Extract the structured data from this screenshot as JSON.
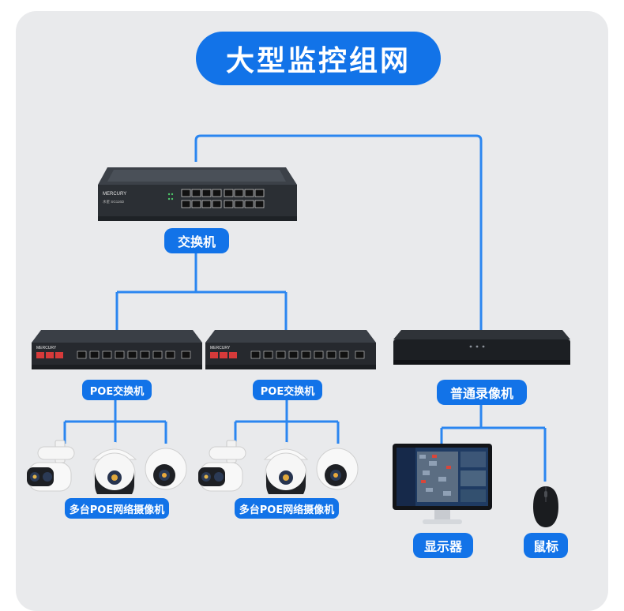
{
  "title": "大型监控组网",
  "nodes": {
    "core_switch": "交换机",
    "poe_switch_left": "POE交换机",
    "poe_switch_right": "POE交换机",
    "nvr": "普通录像机",
    "cameras_left": "多台POE网络摄像机",
    "cameras_right": "多台POE网络摄像机",
    "monitor": "显示器",
    "mouse": "鼠标"
  },
  "device_text": {
    "core_brand": "MERCURY",
    "core_model": "水星 SG116D",
    "poe_brand": "MERCURY"
  },
  "colors": {
    "accent": "#1273e8",
    "line": "#2b86f0",
    "card": "#e9eaec"
  }
}
